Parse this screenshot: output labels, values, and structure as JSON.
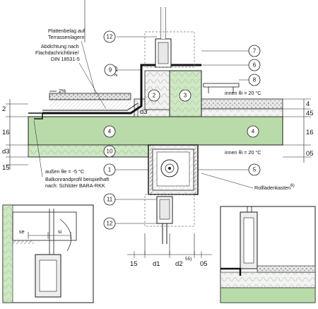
{
  "labels": {
    "plattenbelag_1": "Plattenbelag auf",
    "plattenbelag_2": "Terrassenlagern",
    "abdichtung_1": "Abdichtung nach",
    "abdichtung_2": "Flachdachrichtlinie/",
    "abdichtung_3": "DIN 18531-5",
    "slope": "2%",
    "innen_top": "innen  θi = 20 °C",
    "innen_bottom": "innen  θi = 20 °C",
    "aussen": "außen  θe = -5 °C",
    "balkon_1": "Balkonrandprofil beispielhaft",
    "balkon_2": "nach: Schlüter BARA-RKK",
    "rollladen": "Rollladenkasten",
    "rollladen_sup": "6)",
    "se": "se",
    "si": "si",
    "ge": "≥ 15"
  },
  "callouts": [
    "1",
    "2",
    "3",
    "4",
    "4",
    "5",
    "6",
    "7",
    "8",
    "9",
    "10",
    "11",
    "12",
    "12"
  ],
  "dims_left": [
    "2",
    "16",
    "d3",
    "15"
  ],
  "dims_right": [
    "4",
    "45",
    "16",
    "05"
  ],
  "dims_bottom": [
    "15",
    "d1",
    "d2",
    "55)",
    "05"
  ],
  "dim_d3_mid": "d3",
  "colors": {
    "insulation": "#cfe8c4",
    "concrete": "#b8dba9",
    "screed": "#e4e4e4",
    "line": "#1a1a1a"
  }
}
